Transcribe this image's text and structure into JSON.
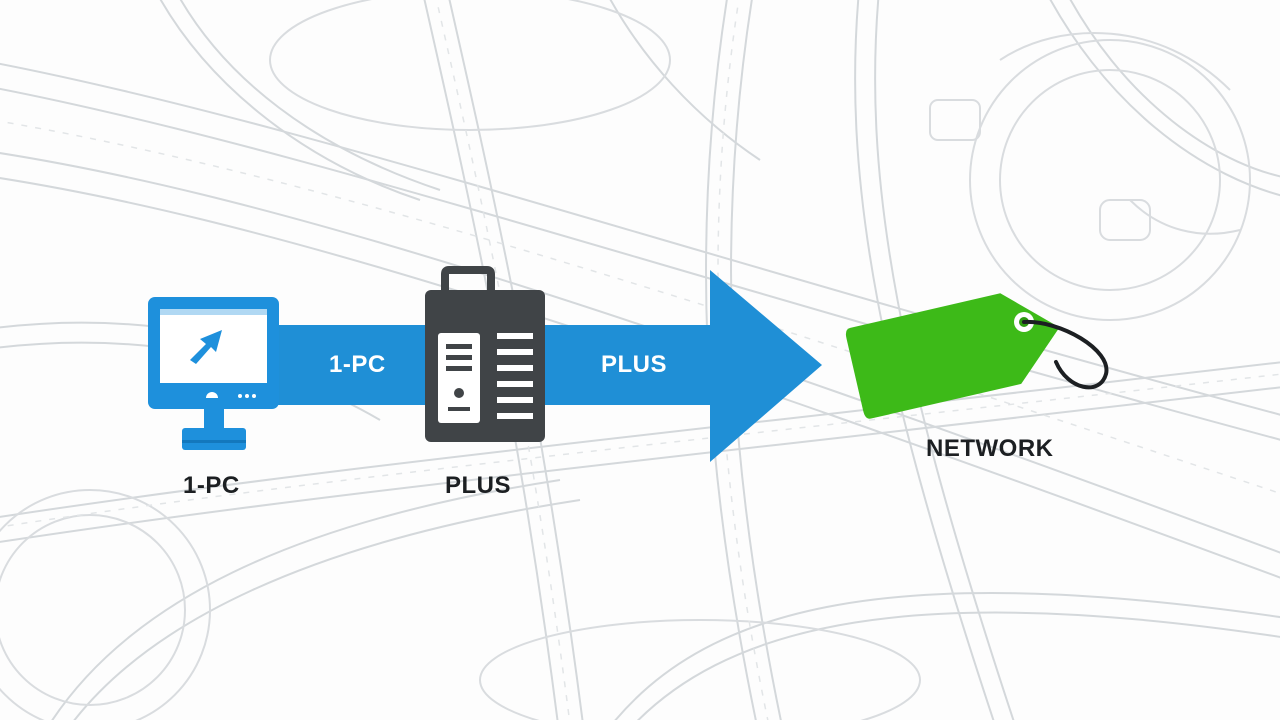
{
  "diagram": {
    "nodes": [
      {
        "id": "pc",
        "label": "1-PC",
        "icon": "monitor-icon"
      },
      {
        "id": "plus",
        "label": "PLUS",
        "icon": "server-tower-icon"
      },
      {
        "id": "network",
        "label": "NETWORK",
        "icon": "price-tag-icon"
      }
    ],
    "edges": [
      {
        "from": "pc",
        "to": "plus",
        "label": "1-PC"
      },
      {
        "from": "plus",
        "to": "network",
        "label": "PLUS"
      }
    ]
  },
  "colors": {
    "arrow": "#1f8fd6",
    "monitor": "#1e90dc",
    "server": "#404447",
    "tag": "#3dba18",
    "background_lines": "#cfd3d6",
    "label_text": "#1c1f22"
  }
}
